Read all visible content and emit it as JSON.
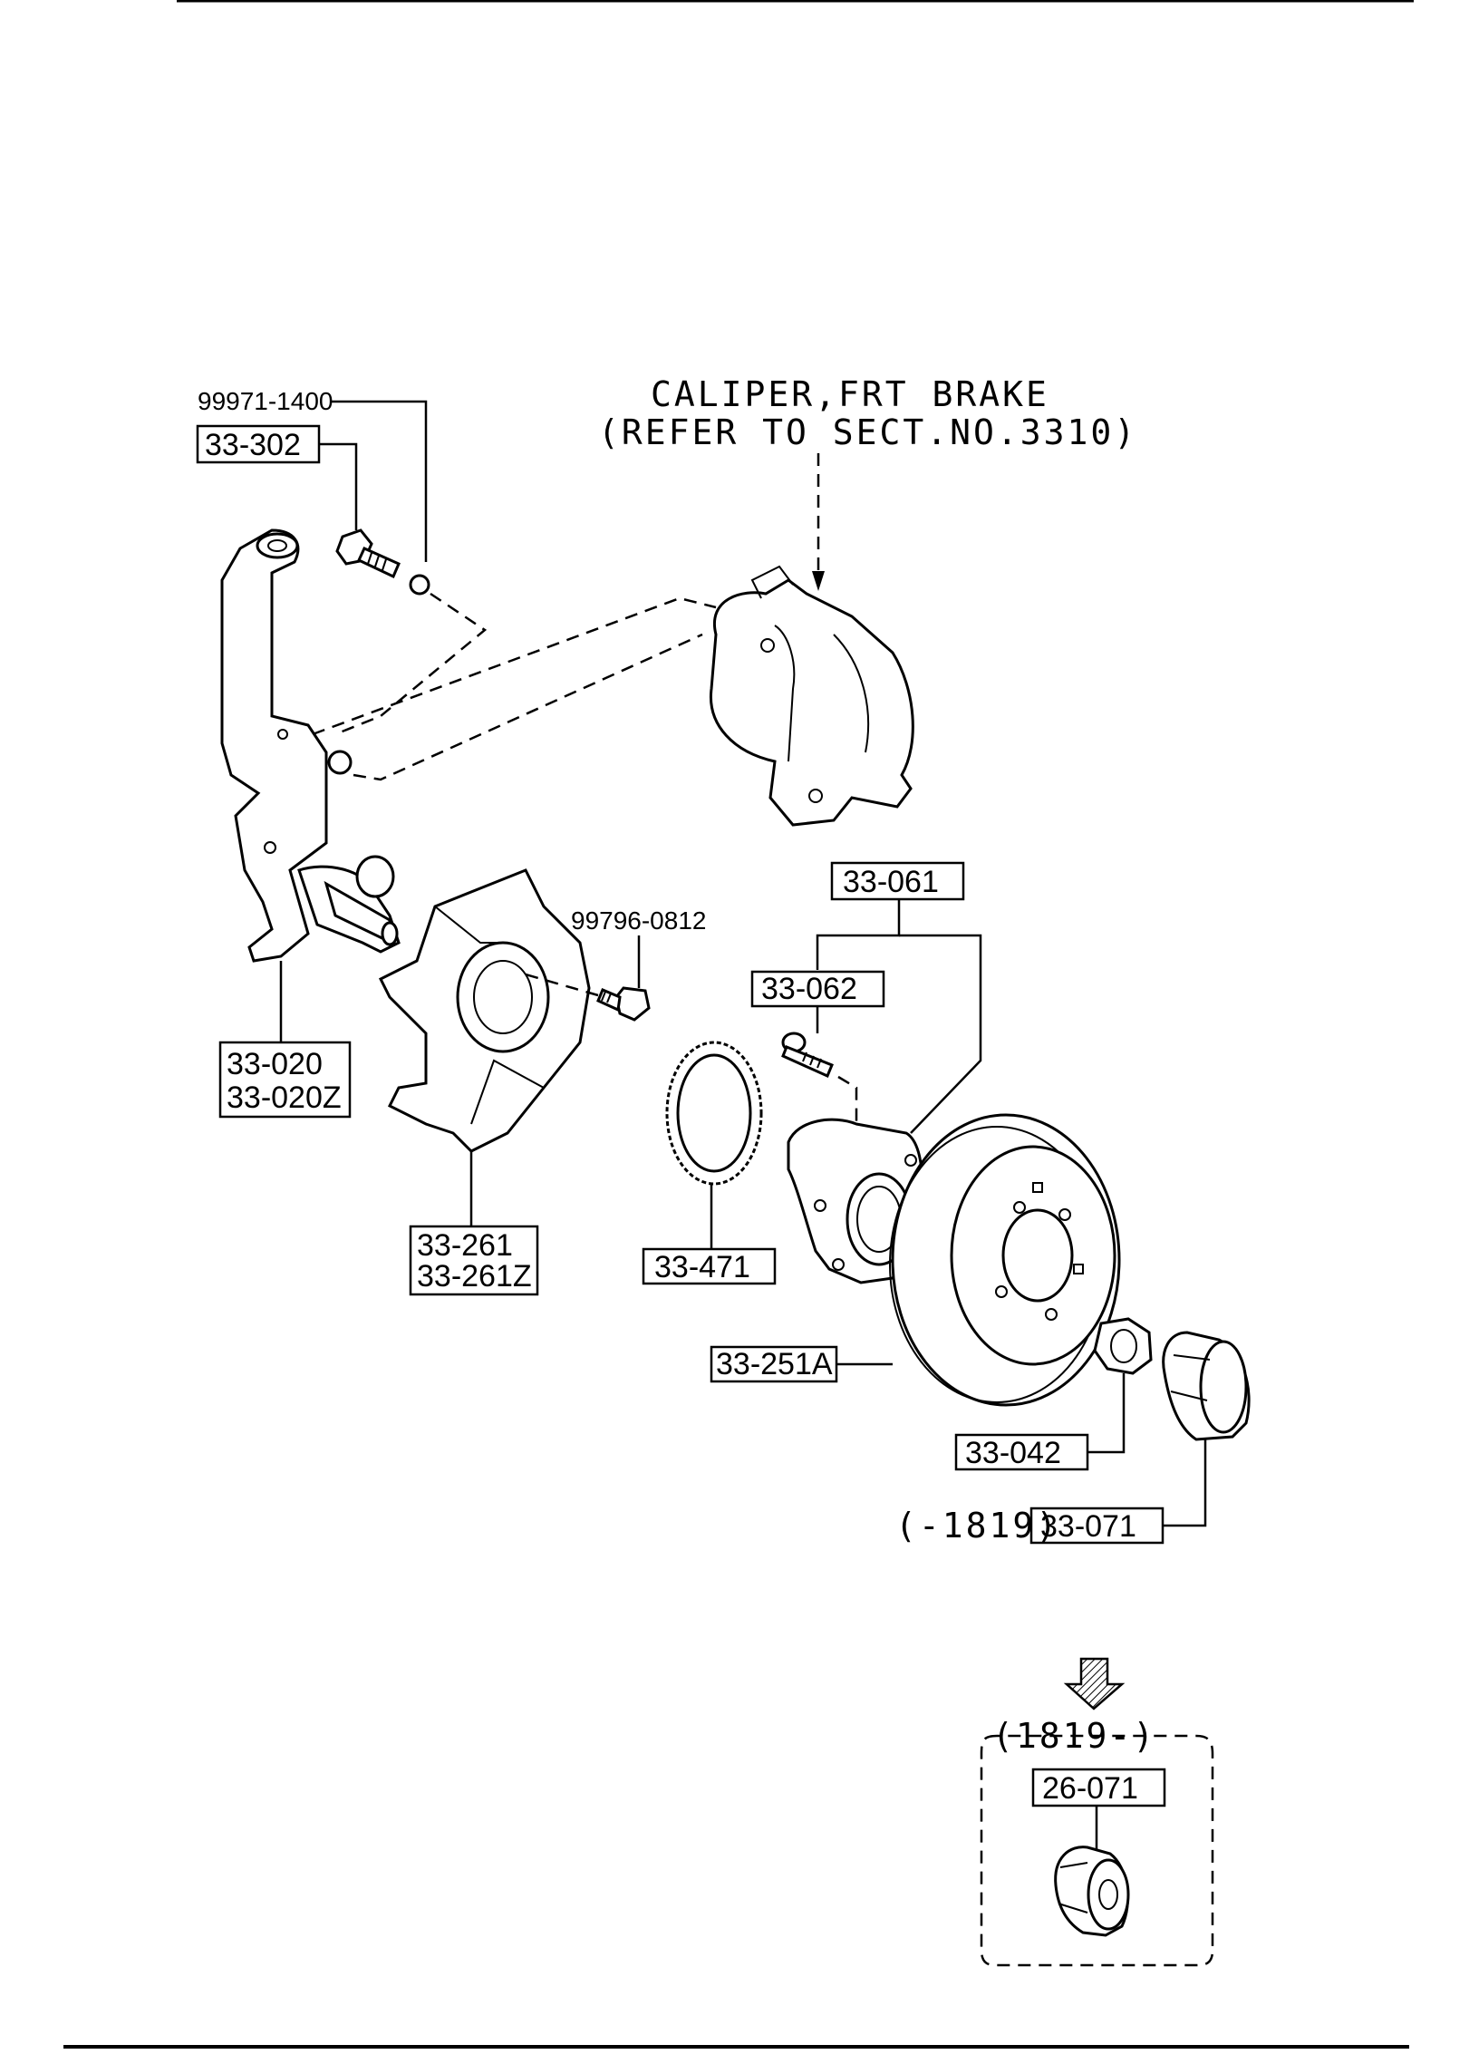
{
  "callouts": {
    "p99971_1400": "99971-1400",
    "p33_302": "33-302",
    "p33_020": "33-020",
    "p33_020Z": "33-020Z",
    "p99796_0812": "99796-0812",
    "p33_261": "33-261",
    "p33_261Z": "33-261Z",
    "p33_061": "33-061",
    "p33_062": "33-062",
    "p33_471": "33-471",
    "p33_251A": "33-251A",
    "p33_042": "33-042",
    "p33_071": "33-071",
    "p26_071": "26-071"
  },
  "notes": {
    "caliper_line1": "CALIPER,FRT BRAKE",
    "caliper_line2": "(REFER TO SECT.NO.3310)",
    "serial_before": "(-1819)",
    "serial_after": "(1819-)"
  },
  "icons": [
    "hatched-down-arrow-icon"
  ]
}
